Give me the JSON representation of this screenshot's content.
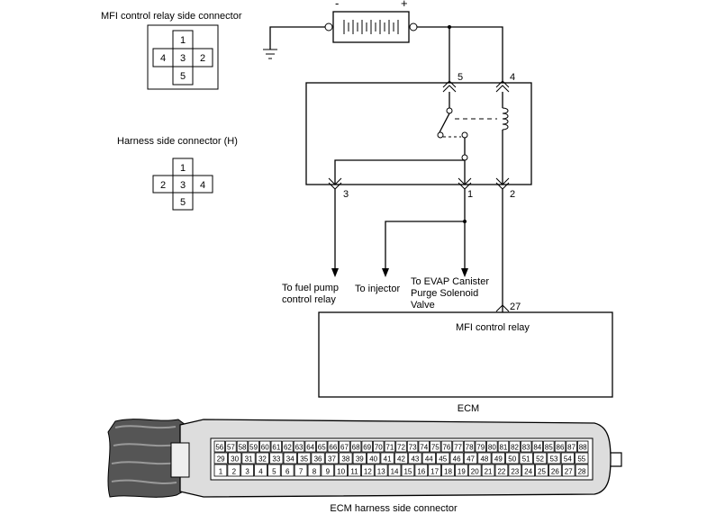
{
  "labels": {
    "mfi_connector_title": "MFI control relay side connector",
    "harness_connector_title": "Harness side connector (H)",
    "to_fuel_pump": [
      "To fuel pump",
      "control relay"
    ],
    "to_injector": "To injector",
    "to_evap": [
      "To EVAP Canister",
      "Purge Solenoid",
      "Valve"
    ],
    "mfi_control_relay": "MFI control relay",
    "ecm": "ECM",
    "ecm_connector_title": "ECM harness side connector"
  },
  "battery": {
    "minus": "-",
    "plus": "+"
  },
  "mfi_connector_pins": [
    "1",
    "4",
    "3",
    "2",
    "5"
  ],
  "harness_connector_pins": [
    "1",
    "2",
    "3",
    "4",
    "5"
  ],
  "relay_terminals": {
    "t5": "5",
    "t4": "4",
    "t3": "3",
    "t1": "1",
    "t2": "2"
  },
  "ecm_pin": "27",
  "ecm_connector": {
    "row1": [
      "56",
      "57",
      "58",
      "59",
      "60",
      "61",
      "62",
      "63",
      "64",
      "65",
      "66",
      "67",
      "68",
      "69",
      "70",
      "71",
      "72",
      "73",
      "74",
      "75",
      "76",
      "77",
      "78",
      "79",
      "80",
      "81",
      "82",
      "83",
      "84",
      "85",
      "86",
      "87",
      "88"
    ],
    "row2": [
      "29",
      "30",
      "31",
      "32",
      "33",
      "34",
      "35",
      "36",
      "37",
      "38",
      "39",
      "40",
      "41",
      "42",
      "43",
      "44",
      "45",
      "46",
      "47",
      "48",
      "49",
      "50",
      "51",
      "52",
      "53",
      "54",
      "55"
    ],
    "row3": [
      "1",
      "2",
      "3",
      "4",
      "5",
      "6",
      "7",
      "8",
      "9",
      "10",
      "11",
      "12",
      "13",
      "14",
      "15",
      "16",
      "17",
      "18",
      "19",
      "20",
      "21",
      "22",
      "23",
      "24",
      "25",
      "26",
      "27",
      "28"
    ]
  }
}
